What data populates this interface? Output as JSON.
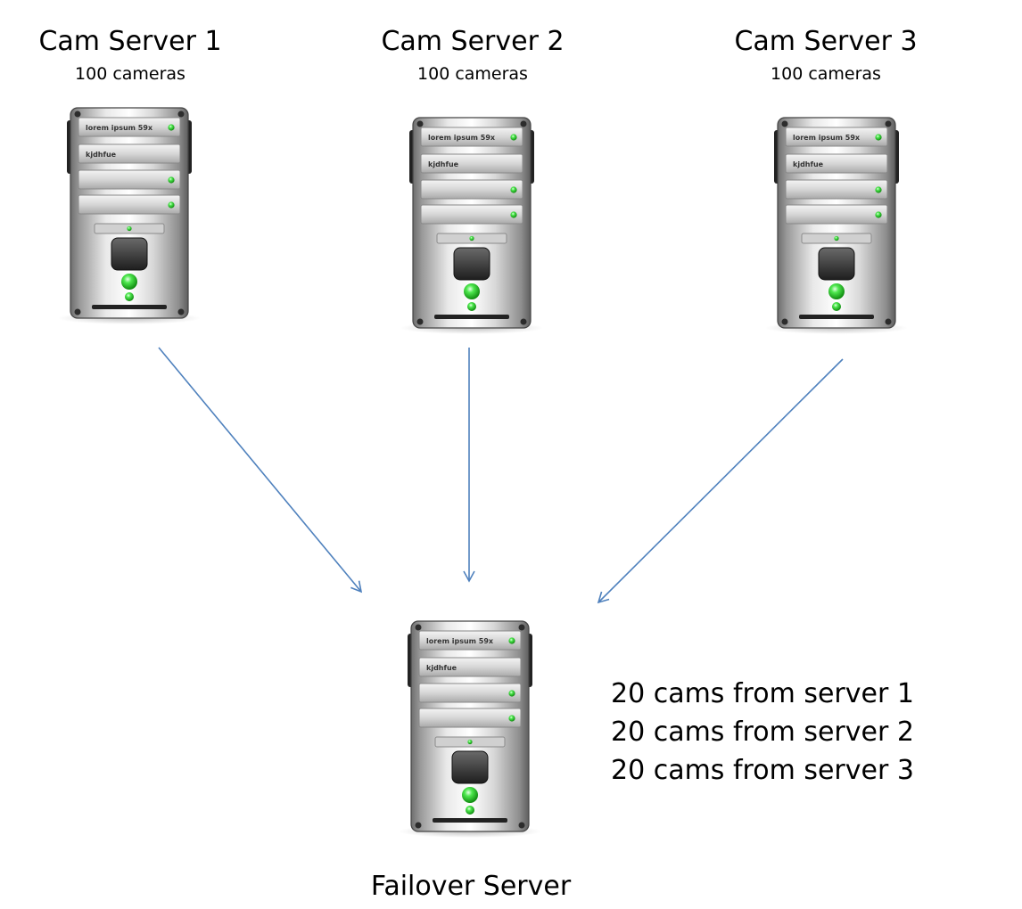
{
  "servers": [
    {
      "title": "Cam Server 1",
      "subtitle": "100 cameras",
      "bay_labels": [
        "lorem ipsum 59x",
        "kjdhfue"
      ]
    },
    {
      "title": "Cam Server 2",
      "subtitle": "100 cameras",
      "bay_labels": [
        "lorem ipsum 59x",
        "kjdhfue"
      ]
    },
    {
      "title": "Cam Server 3",
      "subtitle": "100 cameras",
      "bay_labels": [
        "lorem ipsum 59x",
        "kjdhfue"
      ]
    }
  ],
  "failover": {
    "title": "Failover Server",
    "bay_labels": [
      "lorem ipsum 59x",
      "kjdhfue"
    ],
    "notes": [
      "20 cams from server 1",
      "20 cams from server 2",
      "20 cams from server 3"
    ]
  },
  "colors": {
    "arrow": "#4f81bd",
    "led": "#3ddc3d",
    "chassis": "#b9b9b9"
  }
}
